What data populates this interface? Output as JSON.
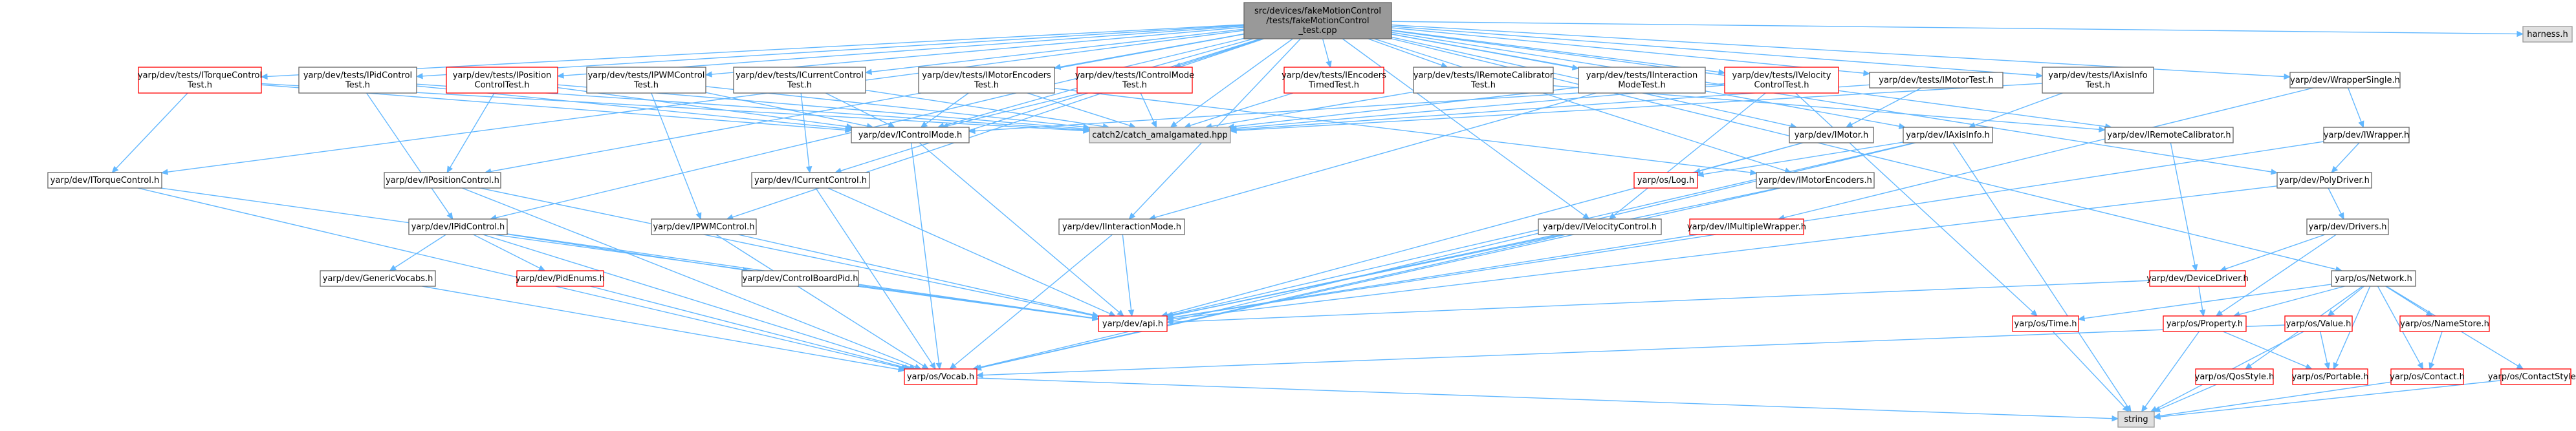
{
  "graph": {
    "colors": {
      "edge": "#63b8ff",
      "root_fill": "#999999",
      "root_border": "#666666",
      "normal_fill": "#ffffff",
      "normal_border": "#666666",
      "missing_fill": "#ffffff",
      "missing_border": "#ff0000",
      "external_fill": "#e0e0e0",
      "external_border": "#999999"
    },
    "nodes": [
      {
        "id": "root",
        "style": "root",
        "lines": [
          "src/devices/fakeMotionControl",
          "/tests/fakeMotionControl",
          "_test.cpp"
        ]
      },
      {
        "id": "t_itorque",
        "style": "missing",
        "lines": [
          "yarp/dev/tests/ITorqueControl",
          "Test.h"
        ]
      },
      {
        "id": "t_ipid",
        "style": "normal",
        "lines": [
          "yarp/dev/tests/IPidControl",
          "Test.h"
        ]
      },
      {
        "id": "t_ipos",
        "style": "missing",
        "lines": [
          "yarp/dev/tests/IPosition",
          "ControlTest.h"
        ]
      },
      {
        "id": "t_ipwm",
        "style": "normal",
        "lines": [
          "yarp/dev/tests/IPWMControl",
          "Test.h"
        ]
      },
      {
        "id": "t_icur",
        "style": "normal",
        "lines": [
          "yarp/dev/tests/ICurrentControl",
          "Test.h"
        ]
      },
      {
        "id": "t_imenc",
        "style": "normal",
        "lines": [
          "yarp/dev/tests/IMotorEncoders",
          "Test.h"
        ]
      },
      {
        "id": "t_icm",
        "style": "missing",
        "lines": [
          "yarp/dev/tests/IControlMode",
          "Test.h"
        ]
      },
      {
        "id": "t_ienct",
        "style": "missing",
        "lines": [
          "yarp/dev/tests/IEncoders",
          "TimedTest.h"
        ]
      },
      {
        "id": "t_irc",
        "style": "normal",
        "lines": [
          "yarp/dev/tests/IRemoteCalibrator",
          "Test.h"
        ]
      },
      {
        "id": "t_iim",
        "style": "normal",
        "lines": [
          "yarp/dev/tests/IInteraction",
          "ModeTest.h"
        ]
      },
      {
        "id": "t_ivel",
        "style": "missing",
        "lines": [
          "yarp/dev/tests/IVelocity",
          "ControlTest.h"
        ]
      },
      {
        "id": "t_imotor",
        "style": "normal",
        "lines": [
          "yarp/dev/tests/IMotorTest.h"
        ]
      },
      {
        "id": "t_iaxis",
        "style": "normal",
        "lines": [
          "yarp/dev/tests/IAxisInfo",
          "Test.h"
        ]
      },
      {
        "id": "wrapper_s",
        "style": "normal",
        "lines": [
          "yarp/dev/WrapperSingle.h"
        ]
      },
      {
        "id": "harness",
        "style": "external",
        "lines": [
          "harness.h"
        ]
      },
      {
        "id": "catch",
        "style": "external",
        "lines": [
          "catch2/catch_amalgamated.hpp"
        ]
      },
      {
        "id": "icm",
        "style": "normal",
        "lines": [
          "yarp/dev/IControlMode.h"
        ]
      },
      {
        "id": "imotor",
        "style": "normal",
        "lines": [
          "yarp/dev/IMotor.h"
        ]
      },
      {
        "id": "iaxis",
        "style": "normal",
        "lines": [
          "yarp/dev/IAxisInfo.h"
        ]
      },
      {
        "id": "irc",
        "style": "normal",
        "lines": [
          "yarp/dev/IRemoteCalibrator.h"
        ]
      },
      {
        "id": "iwrapper",
        "style": "normal",
        "lines": [
          "yarp/dev/IWrapper.h"
        ]
      },
      {
        "id": "itorque",
        "style": "normal",
        "lines": [
          "yarp/dev/ITorqueControl.h"
        ]
      },
      {
        "id": "ipos",
        "style": "normal",
        "lines": [
          "yarp/dev/IPositionControl.h"
        ]
      },
      {
        "id": "icur",
        "style": "normal",
        "lines": [
          "yarp/dev/ICurrentControl.h"
        ]
      },
      {
        "id": "log",
        "style": "missing",
        "lines": [
          "yarp/os/Log.h"
        ]
      },
      {
        "id": "imenc",
        "style": "normal",
        "lines": [
          "yarp/dev/IMotorEncoders.h"
        ]
      },
      {
        "id": "polydriver",
        "style": "normal",
        "lines": [
          "yarp/dev/PolyDriver.h"
        ]
      },
      {
        "id": "ipid",
        "style": "normal",
        "lines": [
          "yarp/dev/IPidControl.h"
        ]
      },
      {
        "id": "ipwm",
        "style": "normal",
        "lines": [
          "yarp/dev/IPWMControl.h"
        ]
      },
      {
        "id": "iim",
        "style": "normal",
        "lines": [
          "yarp/dev/IInteractionMode.h"
        ]
      },
      {
        "id": "ivel",
        "style": "normal",
        "lines": [
          "yarp/dev/IVelocityControl.h"
        ]
      },
      {
        "id": "imw",
        "style": "missing",
        "lines": [
          "yarp/dev/IMultipleWrapper.h"
        ]
      },
      {
        "id": "drivers",
        "style": "normal",
        "lines": [
          "yarp/dev/Drivers.h"
        ]
      },
      {
        "id": "genvocabs",
        "style": "normal",
        "lines": [
          "yarp/dev/GenericVocabs.h"
        ]
      },
      {
        "id": "pidenums",
        "style": "missing",
        "lines": [
          "yarp/dev/PidEnums.h"
        ]
      },
      {
        "id": "cbpid",
        "style": "normal",
        "lines": [
          "yarp/dev/ControlBoardPid.h"
        ]
      },
      {
        "id": "devdriver",
        "style": "missing",
        "lines": [
          "yarp/dev/DeviceDriver.h"
        ]
      },
      {
        "id": "network",
        "style": "normal",
        "lines": [
          "yarp/os/Network.h"
        ]
      },
      {
        "id": "api",
        "style": "missing",
        "lines": [
          "yarp/dev/api.h"
        ]
      },
      {
        "id": "time",
        "style": "missing",
        "lines": [
          "yarp/os/Time.h"
        ]
      },
      {
        "id": "property",
        "style": "missing",
        "lines": [
          "yarp/os/Property.h"
        ]
      },
      {
        "id": "value",
        "style": "missing",
        "lines": [
          "yarp/os/Value.h"
        ]
      },
      {
        "id": "namestore",
        "style": "missing",
        "lines": [
          "yarp/os/NameStore.h"
        ]
      },
      {
        "id": "vocab",
        "style": "missing",
        "lines": [
          "yarp/os/Vocab.h"
        ]
      },
      {
        "id": "qosstyle",
        "style": "missing",
        "lines": [
          "yarp/os/QosStyle.h"
        ]
      },
      {
        "id": "portable",
        "style": "missing",
        "lines": [
          "yarp/os/Portable.h"
        ]
      },
      {
        "id": "contact",
        "style": "missing",
        "lines": [
          "yarp/os/Contact.h"
        ]
      },
      {
        "id": "contactstyle",
        "style": "missing",
        "lines": [
          "yarp/os/ContactStyle.h"
        ]
      },
      {
        "id": "string",
        "style": "external",
        "lines": [
          "string"
        ]
      }
    ],
    "edges": [
      [
        "root",
        "t_itorque"
      ],
      [
        "root",
        "t_ipid"
      ],
      [
        "root",
        "t_ipos"
      ],
      [
        "root",
        "t_ipwm"
      ],
      [
        "root",
        "t_icur"
      ],
      [
        "root",
        "t_imenc"
      ],
      [
        "root",
        "t_icm"
      ],
      [
        "root",
        "t_ienct"
      ],
      [
        "root",
        "t_irc"
      ],
      [
        "root",
        "t_iim"
      ],
      [
        "root",
        "t_ivel"
      ],
      [
        "root",
        "t_imotor"
      ],
      [
        "root",
        "t_iaxis"
      ],
      [
        "root",
        "wrapper_s"
      ],
      [
        "root",
        "harness"
      ],
      [
        "root",
        "catch"
      ],
      [
        "root",
        "icm"
      ],
      [
        "root",
        "imotor"
      ],
      [
        "root",
        "iaxis"
      ],
      [
        "root",
        "irc"
      ],
      [
        "root",
        "itorque"
      ],
      [
        "root",
        "ipos"
      ],
      [
        "root",
        "icur"
      ],
      [
        "root",
        "imenc"
      ],
      [
        "root",
        "polydriver"
      ],
      [
        "root",
        "ipid"
      ],
      [
        "root",
        "ipwm"
      ],
      [
        "root",
        "iim"
      ],
      [
        "root",
        "ivel"
      ],
      [
        "root",
        "network"
      ],
      [
        "t_itorque",
        "catch"
      ],
      [
        "t_itorque",
        "itorque"
      ],
      [
        "t_itorque",
        "icm"
      ],
      [
        "t_ipid",
        "catch"
      ],
      [
        "t_ipid",
        "ipid"
      ],
      [
        "t_ipid",
        "icm"
      ],
      [
        "t_ipos",
        "catch"
      ],
      [
        "t_ipos",
        "ipos"
      ],
      [
        "t_ipos",
        "icm"
      ],
      [
        "t_ipwm",
        "catch"
      ],
      [
        "t_ipwm",
        "ipwm"
      ],
      [
        "t_ipwm",
        "icm"
      ],
      [
        "t_icur",
        "catch"
      ],
      [
        "t_icur",
        "icur"
      ],
      [
        "t_icur",
        "icm"
      ],
      [
        "t_imenc",
        "catch"
      ],
      [
        "t_imenc",
        "imenc"
      ],
      [
        "t_imenc",
        "icm"
      ],
      [
        "t_icm",
        "catch"
      ],
      [
        "t_icm",
        "icm"
      ],
      [
        "t_ienct",
        "catch"
      ],
      [
        "t_irc",
        "catch"
      ],
      [
        "t_irc",
        "irc"
      ],
      [
        "t_iim",
        "catch"
      ],
      [
        "t_iim",
        "iim"
      ],
      [
        "t_ivel",
        "catch"
      ],
      [
        "t_ivel",
        "ivel"
      ],
      [
        "t_ivel",
        "icm"
      ],
      [
        "t_ivel",
        "time"
      ],
      [
        "t_imotor",
        "catch"
      ],
      [
        "t_imotor",
        "imotor"
      ],
      [
        "t_iaxis",
        "catch"
      ],
      [
        "t_iaxis",
        "iaxis"
      ],
      [
        "wrapper_s",
        "iwrapper"
      ],
      [
        "wrapper_s",
        "imw"
      ],
      [
        "icm",
        "api"
      ],
      [
        "icm",
        "vocab"
      ],
      [
        "imotor",
        "api"
      ],
      [
        "imotor",
        "log"
      ],
      [
        "iaxis",
        "api"
      ],
      [
        "iaxis",
        "vocab"
      ],
      [
        "iaxis",
        "string"
      ],
      [
        "iaxis",
        "log"
      ],
      [
        "irc",
        "devdriver"
      ],
      [
        "iwrapper",
        "polydriver"
      ],
      [
        "iwrapper",
        "api"
      ],
      [
        "itorque",
        "api"
      ],
      [
        "itorque",
        "vocab"
      ],
      [
        "ipos",
        "api"
      ],
      [
        "ipos",
        "vocab"
      ],
      [
        "icur",
        "api"
      ],
      [
        "icur",
        "vocab"
      ],
      [
        "imenc",
        "api"
      ],
      [
        "imenc",
        "vocab"
      ],
      [
        "polydriver",
        "drivers"
      ],
      [
        "polydriver",
        "api"
      ],
      [
        "ipid",
        "genvocabs"
      ],
      [
        "ipid",
        "pidenums"
      ],
      [
        "ipid",
        "cbpid"
      ],
      [
        "ipid",
        "api"
      ],
      [
        "ipid",
        "vocab"
      ],
      [
        "ipwm",
        "api"
      ],
      [
        "ipwm",
        "vocab"
      ],
      [
        "iim",
        "api"
      ],
      [
        "iim",
        "vocab"
      ],
      [
        "ivel",
        "api"
      ],
      [
        "ivel",
        "vocab"
      ],
      [
        "imw",
        "api"
      ],
      [
        "drivers",
        "devdriver"
      ],
      [
        "drivers",
        "property"
      ],
      [
        "genvocabs",
        "vocab"
      ],
      [
        "pidenums",
        "vocab"
      ],
      [
        "cbpid",
        "api"
      ],
      [
        "devdriver",
        "property"
      ],
      [
        "devdriver",
        "api"
      ],
      [
        "network",
        "time"
      ],
      [
        "network",
        "property"
      ],
      [
        "network",
        "value"
      ],
      [
        "network",
        "namestore"
      ],
      [
        "network",
        "qosstyle"
      ],
      [
        "network",
        "portable"
      ],
      [
        "network",
        "contact"
      ],
      [
        "network",
        "contactstyle"
      ],
      [
        "time",
        "string"
      ],
      [
        "property",
        "string"
      ],
      [
        "property",
        "portable"
      ],
      [
        "value",
        "vocab"
      ],
      [
        "value",
        "portable"
      ],
      [
        "value",
        "string"
      ],
      [
        "namestore",
        "contact"
      ],
      [
        "contact",
        "string"
      ],
      [
        "contactstyle",
        "string"
      ],
      [
        "qosstyle",
        "string"
      ],
      [
        "vocab",
        "string"
      ]
    ]
  }
}
